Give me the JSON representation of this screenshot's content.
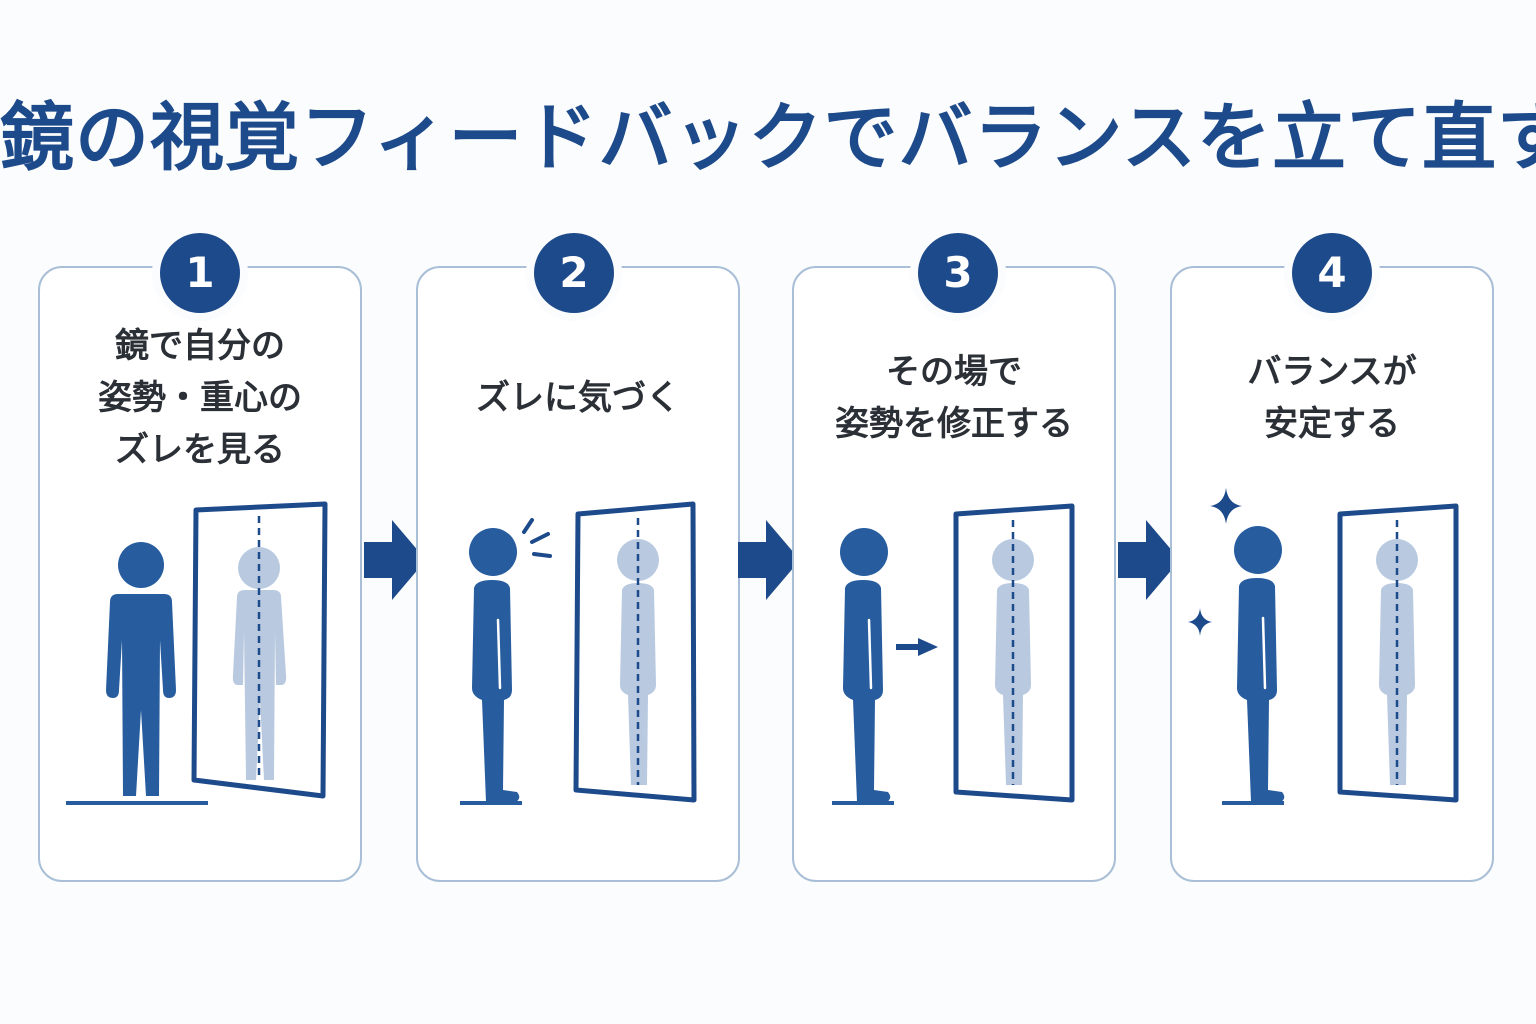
{
  "title": "鏡の視覚フィードバックでバランスを立て直す",
  "colors": {
    "primary": "#1d4a8a",
    "figure": "#275d9e",
    "reflection": "#b8c9e0",
    "panel_border": "#a9bfd7",
    "text": "#2b2f36"
  },
  "steps": [
    {
      "number": "1",
      "text": "鏡で自分の\n姿勢・重心の\nズレを見る"
    },
    {
      "number": "2",
      "text": "ズレに気づく"
    },
    {
      "number": "3",
      "text": "その場で\n姿勢を修正する"
    },
    {
      "number": "4",
      "text": "バランスが\n安定する"
    }
  ],
  "icons": [
    "arrow-right-icon",
    "person-front-icon",
    "person-side-icon",
    "mirror-icon",
    "realize-lines-icon",
    "small-arrow-icon",
    "sparkle-icon"
  ]
}
